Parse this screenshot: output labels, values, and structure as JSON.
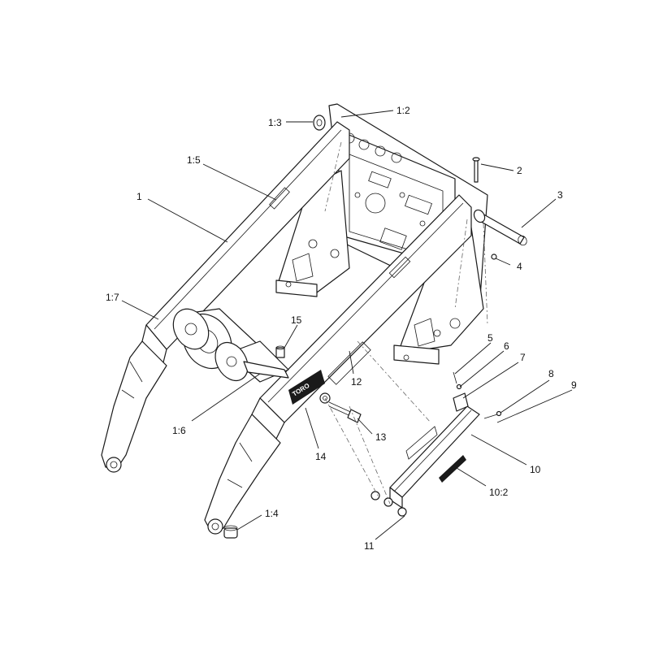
{
  "callouts": [
    {
      "id": "c-1-2",
      "text": "1:2"
    },
    {
      "id": "c-1-3",
      "text": "1:3"
    },
    {
      "id": "c-1-5",
      "text": "1:5"
    },
    {
      "id": "c-1",
      "text": "1"
    },
    {
      "id": "c-2",
      "text": "2"
    },
    {
      "id": "c-3",
      "text": "3"
    },
    {
      "id": "c-4",
      "text": "4"
    },
    {
      "id": "c-1-7",
      "text": "1:7"
    },
    {
      "id": "c-15",
      "text": "15"
    },
    {
      "id": "c-5",
      "text": "5"
    },
    {
      "id": "c-6",
      "text": "6"
    },
    {
      "id": "c-7",
      "text": "7"
    },
    {
      "id": "c-8",
      "text": "8"
    },
    {
      "id": "c-9",
      "text": "9"
    },
    {
      "id": "c-12",
      "text": "12"
    },
    {
      "id": "c-1-6",
      "text": "1:6"
    },
    {
      "id": "c-13",
      "text": "13"
    },
    {
      "id": "c-14",
      "text": "14"
    },
    {
      "id": "c-10",
      "text": "10"
    },
    {
      "id": "c-10-2",
      "text": "10:2"
    },
    {
      "id": "c-1-4",
      "text": "1:4"
    },
    {
      "id": "c-11",
      "text": "11"
    }
  ],
  "decals": {
    "brand_text": "TORO"
  }
}
